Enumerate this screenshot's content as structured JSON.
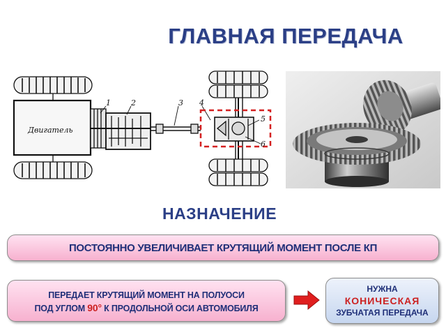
{
  "slide": {
    "title": "ГЛАВНАЯ ПЕРЕДАЧА",
    "section_heading": "НАЗНАЧЕНИЕ",
    "purpose_text": "ПОСТОЯННО УВЕЛИЧИВАЕТ КРУТЯЩИЙ МОМЕНТ ПОСЛЕ КП"
  },
  "diagram": {
    "engine_label": "Двигатель",
    "callouts": [
      "1",
      "2",
      "3",
      "4",
      "5",
      "6"
    ],
    "highlight_color": "#d42020"
  },
  "function_box": {
    "line1": "ПЕРЕДАЕТ КРУТЯЩИЙ МОМЕНТ НА ПОЛУОСИ",
    "line2_before": "ПОД УГЛОМ ",
    "angle": "90°",
    "line2_after": " К ПРОДОЛЬНОЙ ОСИ АВТОМОБИЛЯ"
  },
  "requirement_box": {
    "line1": "НУЖНА",
    "line2": "КОНИЧЕСКАЯ",
    "line3": "ЗУБЧАТАЯ ПЕРЕДАЧА"
  },
  "colors": {
    "title": "#2b3f86",
    "accent_red": "#cc2222",
    "pink_box": "#f7b1cf",
    "blue_box": "#c6d6ef"
  }
}
